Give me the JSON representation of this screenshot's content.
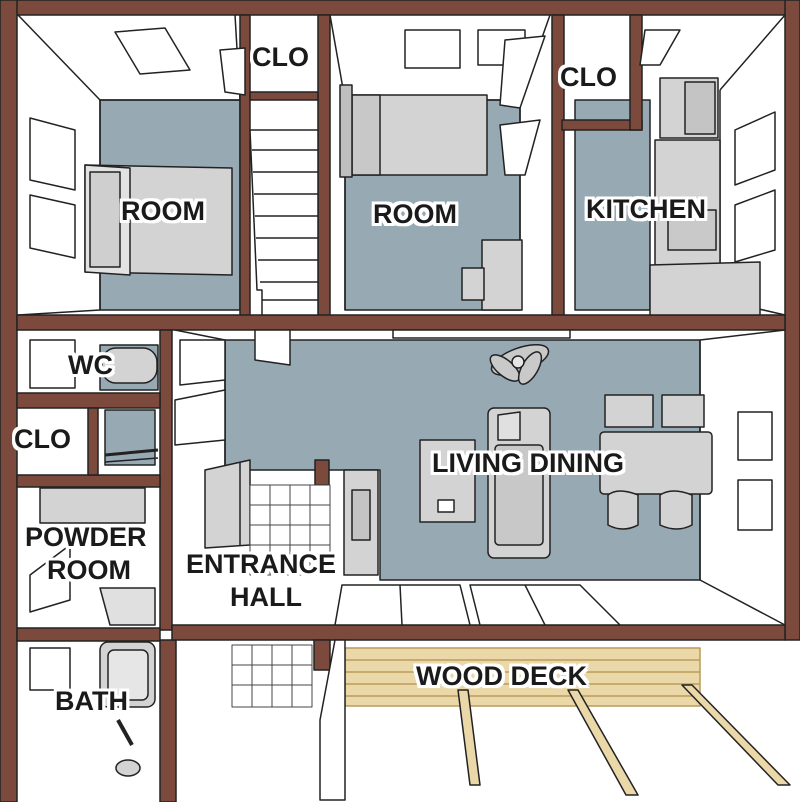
{
  "colors": {
    "wall": "#7b4a3d",
    "floor": "#97a9b3",
    "wall_face": "#ffffff",
    "furniture": "#d3d3d3",
    "outline": "#222222",
    "deck": "#ead8a8",
    "deck_line": "#b99a5a",
    "plant": "#c9c9c9"
  },
  "rooms": {
    "room_left": "ROOM",
    "clo_top_left": "CLO",
    "room_middle": "ROOM",
    "clo_top_right": "CLO",
    "kitchen": "KITCHEN",
    "wc": "WC",
    "clo_left": "CLO",
    "living_dining": "LIVING DINING",
    "powder_room_line1": "POWDER",
    "powder_room_line2": "ROOM",
    "entrance_hall_line1": "ENTRANCE",
    "entrance_hall_line2": "HALL",
    "bath": "BATH",
    "wood_deck": "WOOD DECK"
  },
  "icons": {
    "stairs": "stairs-icon",
    "bed": "bed-icon",
    "toilet": "toilet-icon",
    "sofa": "sofa-icon",
    "dining_table": "dining-table-icon",
    "plant": "plant-icon",
    "bathtub": "bathtub-icon",
    "refrigerator": "refrigerator-icon"
  }
}
